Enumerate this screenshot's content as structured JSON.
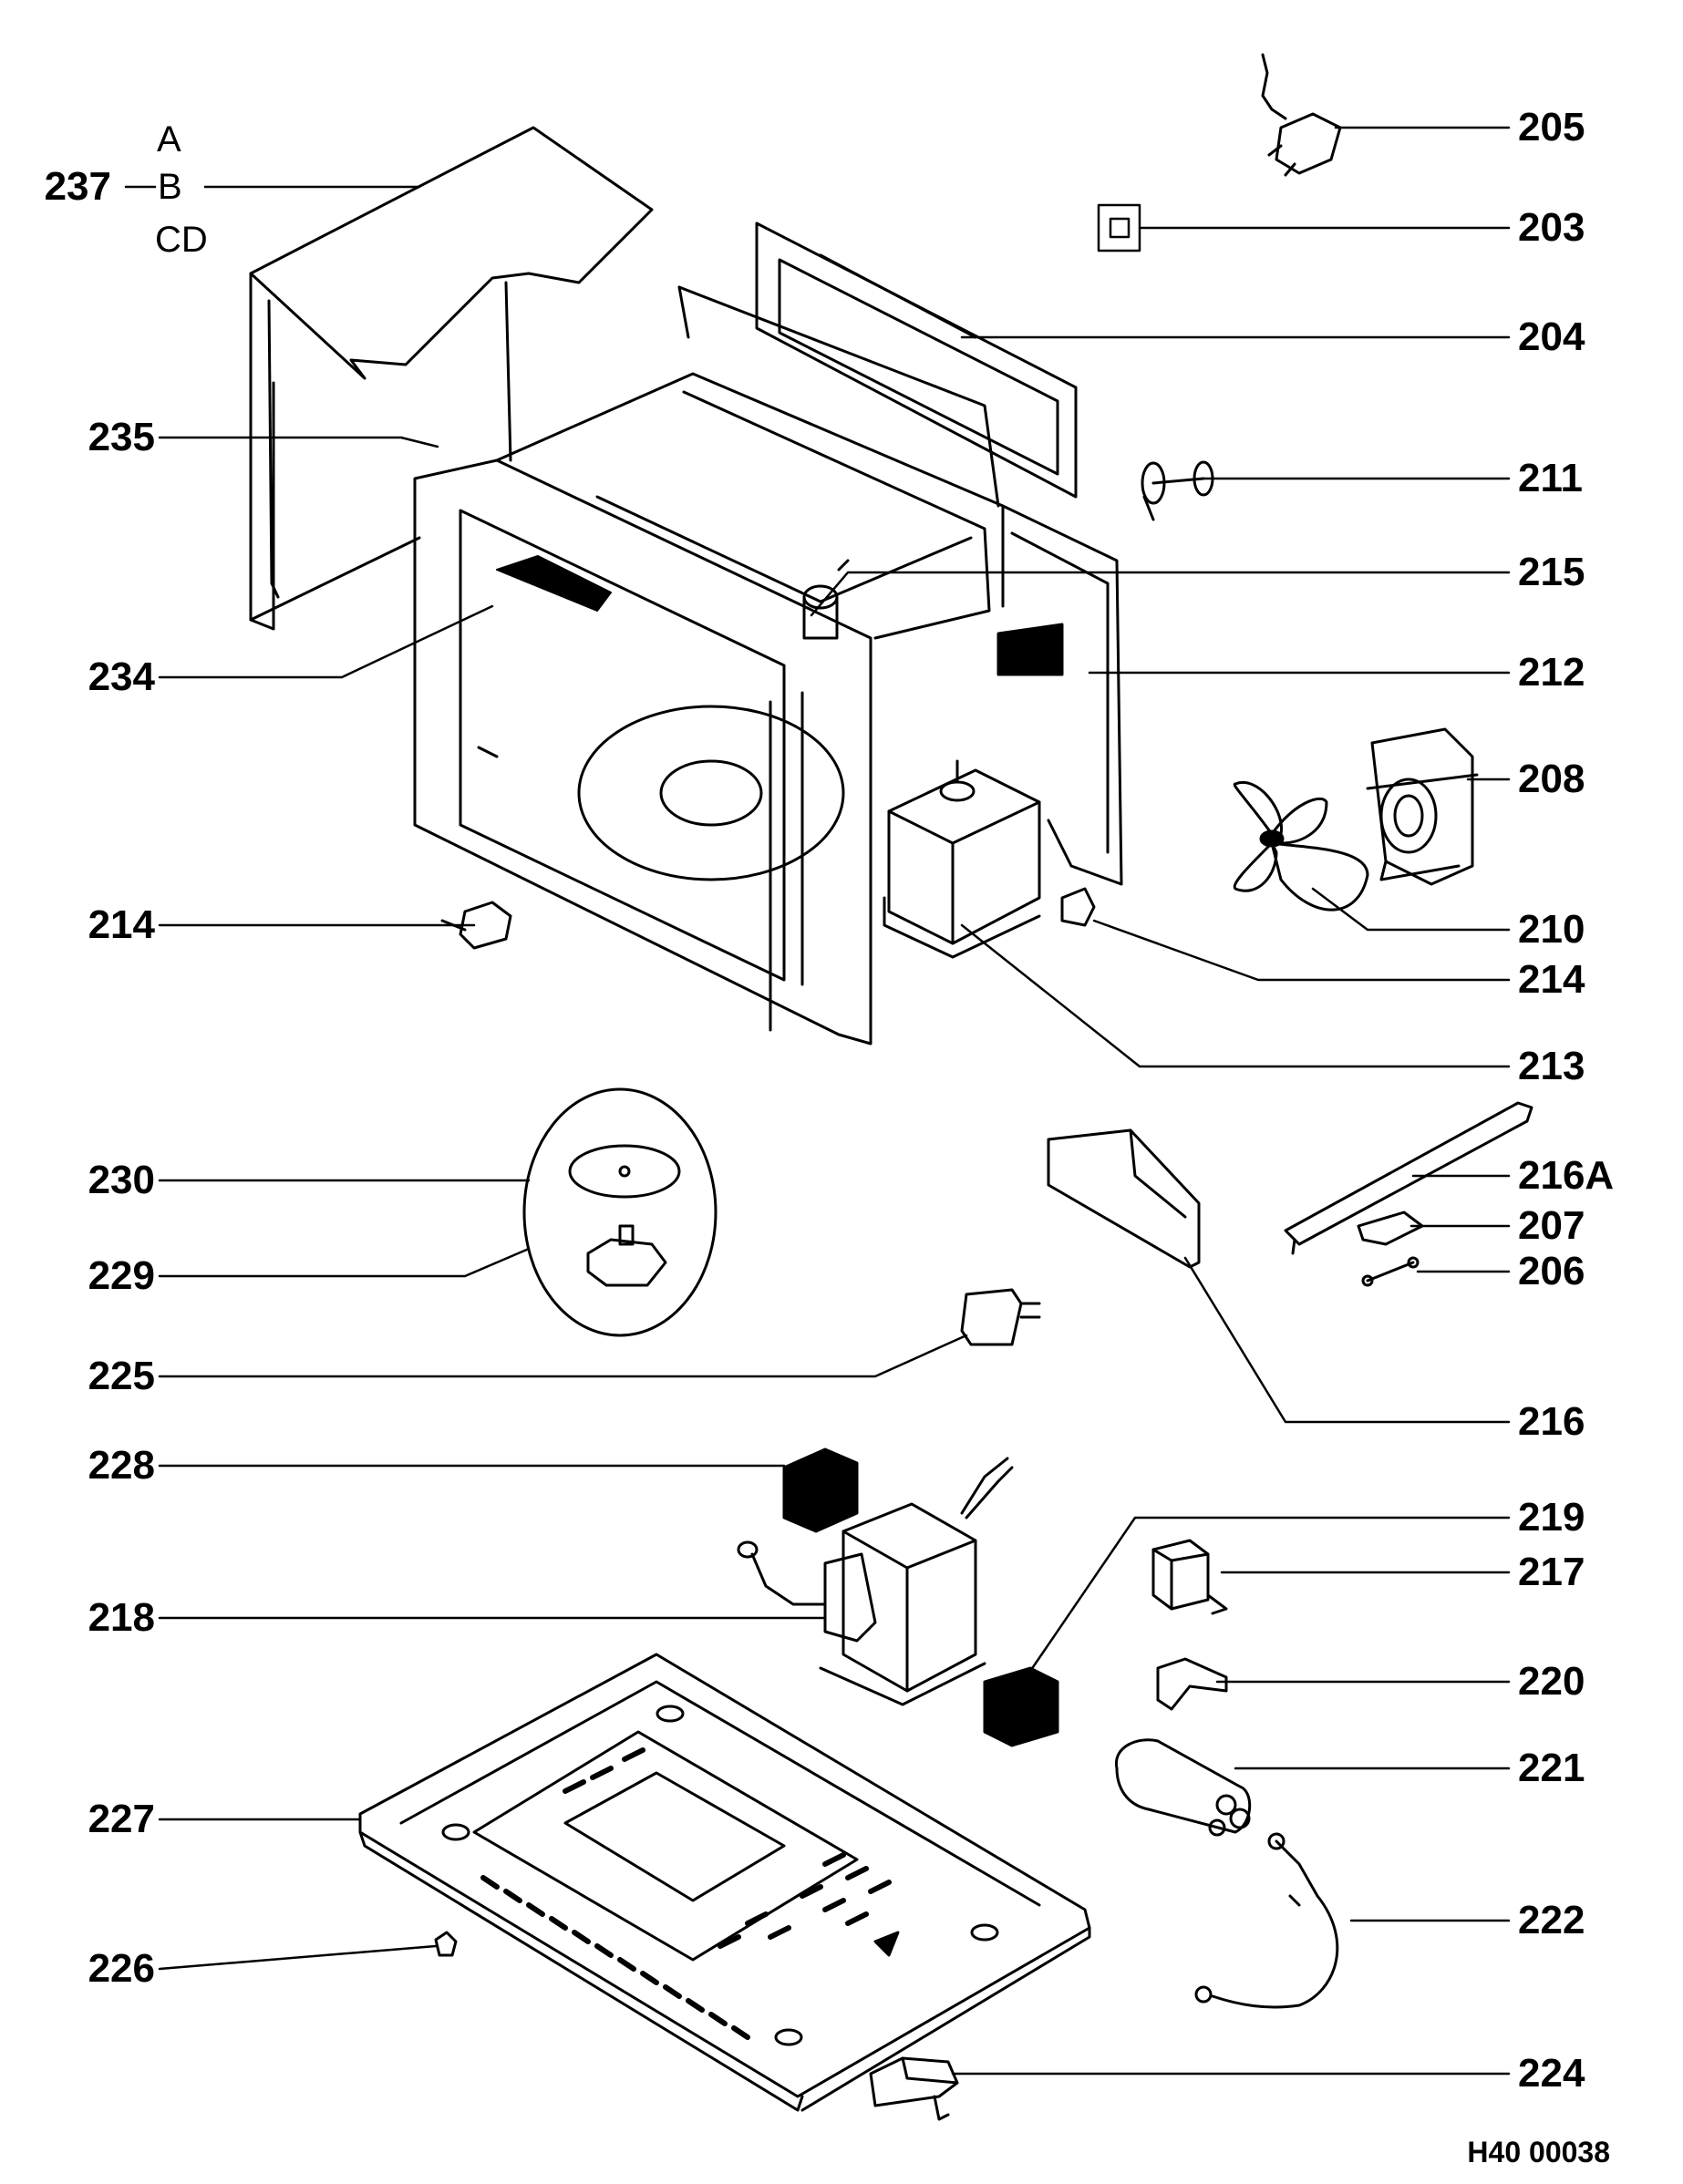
{
  "labels": {
    "237": "237",
    "235": "235",
    "234": "234",
    "214_left": "214",
    "230": "230",
    "229": "229",
    "225": "225",
    "228": "228",
    "218": "218",
    "227": "227",
    "226": "226",
    "205": "205",
    "203": "203",
    "204": "204",
    "211": "211",
    "215": "215",
    "212": "212",
    "208": "208",
    "210": "210",
    "214_right": "214",
    "213": "213",
    "216A": "216A",
    "207": "207",
    "206": "206",
    "216": "216",
    "219": "219",
    "217": "217",
    "220": "220",
    "221": "221",
    "222": "222",
    "224": "224"
  },
  "variants": {
    "a": "A",
    "b": "B",
    "cd": "CD"
  },
  "reference_code": "H40 00038"
}
